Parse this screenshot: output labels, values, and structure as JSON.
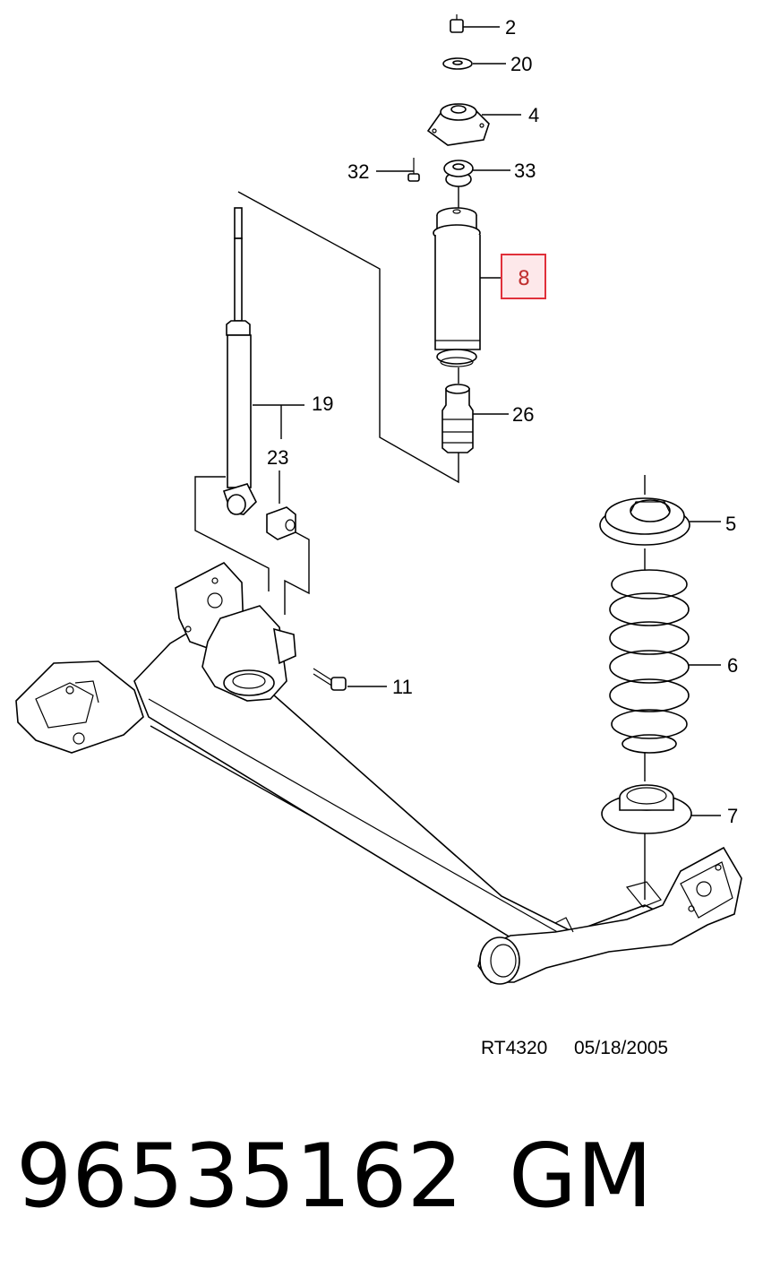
{
  "parts": [
    {
      "num": "2"
    },
    {
      "num": "20"
    },
    {
      "num": "4"
    },
    {
      "num": "32"
    },
    {
      "num": "33"
    },
    {
      "num": "8",
      "highlighted": true
    },
    {
      "num": "19"
    },
    {
      "num": "23"
    },
    {
      "num": "26"
    },
    {
      "num": "5"
    },
    {
      "num": "6"
    },
    {
      "num": "11"
    },
    {
      "num": "7"
    }
  ],
  "stamp": {
    "code": "RT4320",
    "date": "05/18/2005"
  },
  "footer": {
    "part_number": "96535162",
    "brand": "GM"
  },
  "colors": {
    "highlight_border": "#e0303a",
    "highlight_fill": "#fde8ea",
    "line": "#000000"
  }
}
